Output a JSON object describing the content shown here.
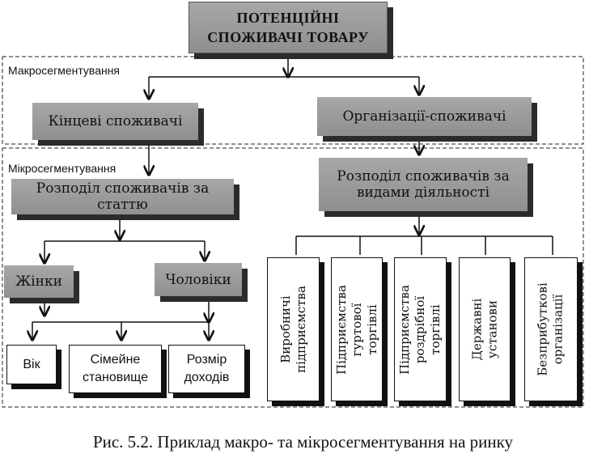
{
  "title": "ПОТЕНЦІЙНІ\nСПОЖИВАЧІ ТОВАРУ",
  "macro_label": "Макросегментування",
  "micro_label": "Мікросегментування",
  "end_consumers": "Кінцеві споживачі",
  "organizations": "Організації-споживачі",
  "gender_split": "Розподіл споживачів за статтю",
  "activity_split": "Розподіл споживачів за\nвидами діяльності",
  "women": "Жінки",
  "men": "Чоловіки",
  "age": "Вік",
  "family_status": "Сімейне\nстановище",
  "income_size": "Розмір\nдоходів",
  "activities": [
    "Виробничі\nпідприємства",
    "Підприємства\nгуртової торгівлі",
    "Підприємства\nроздрібної торгівлі",
    "Державні\nустанови",
    "Безприбуткові\nорганізації"
  ],
  "caption": "Рис. 5.2. Приклад макро- та мікросегментування на ринку"
}
